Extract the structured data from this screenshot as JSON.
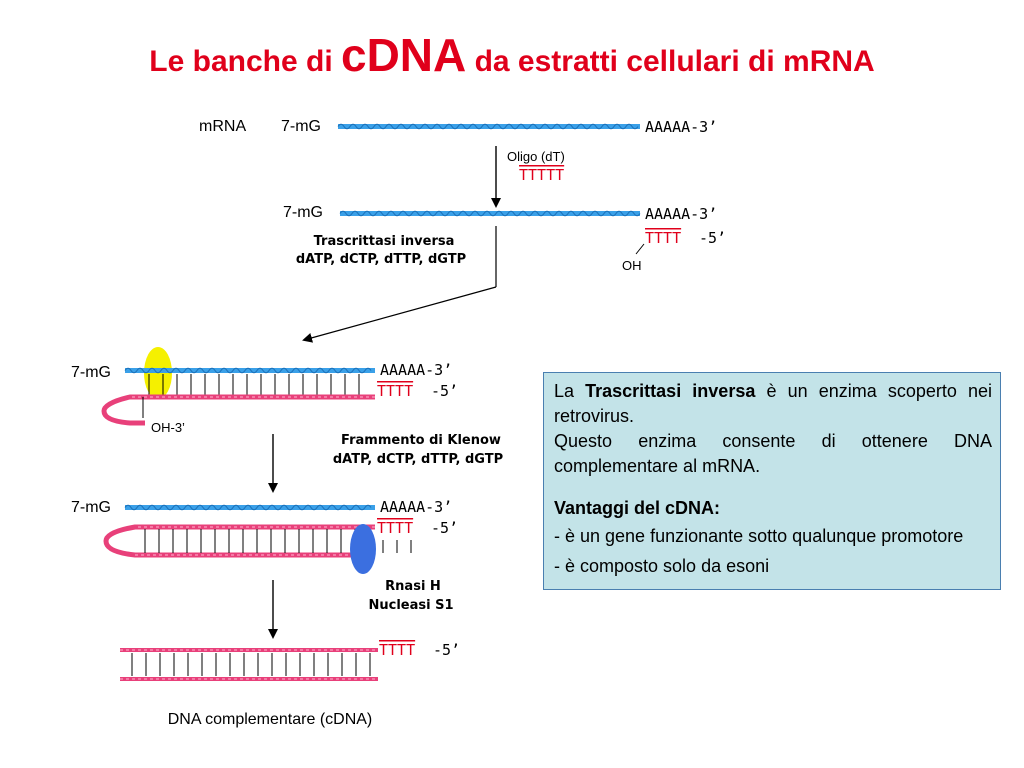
{
  "title": {
    "part1": "Le banche di ",
    "part2": "cDNA",
    "part3": " da estratti cellulari di mRNA"
  },
  "step1": {
    "mrna_label": "mRNA",
    "cap": "7-mG",
    "polyA": "AAAAA-3’",
    "primer_label": "Oligo (dT)",
    "primer_seq": "TTTTT"
  },
  "step2": {
    "cap": "7-mG",
    "polyA": "AAAAA-3’",
    "enzyme": "Trascrittasi inversa",
    "nucleotides": "dATP, dCTP, dTTP, dGTP",
    "primer_t": "TTTT",
    "primer_end": "-5’",
    "oh": "OH"
  },
  "step3": {
    "cap": "7-mG",
    "polyA": "AAAAA-3’",
    "primer_t": "TTTT",
    "primer_end": "-5’",
    "oh3": "OH-3’",
    "enzyme": "Frammento di Klenow",
    "nucleotides": "dATP, dCTP, dTTP, dGTP"
  },
  "step4": {
    "cap": "7-mG",
    "polyA": "AAAAA-3’",
    "primer_t": "TTTT",
    "primer_end": "-5’",
    "enzyme1": "Rnasi H",
    "enzyme2": "Nucleasi S1"
  },
  "step5": {
    "primer_t": "TTTT",
    "primer_end": "-5’",
    "caption": "DNA complementare (cDNA)"
  },
  "info": {
    "line1_a": "La ",
    "line1_b": "Trascrittasi inversa",
    "line1_c": " è un enzima scoperto nei retrovirus.",
    "line2": "Questo enzima consente di ottenere DNA complementare al mRNA.",
    "heading": "Vantaggi del cDNA:",
    "bullet1": "- è un gene funzionante sotto qualunque promotore",
    "bullet2": "- è composto solo da esoni"
  },
  "colors": {
    "title": "#e0001b",
    "rna": "#3aa0e8",
    "dna": "#e8407a",
    "primer_text": "#e0001b",
    "cap_marker": "#f5f000",
    "rnase_marker": "#3b6fe0",
    "box_fill": "#c3e3e8",
    "box_border": "#4a7fb0"
  }
}
